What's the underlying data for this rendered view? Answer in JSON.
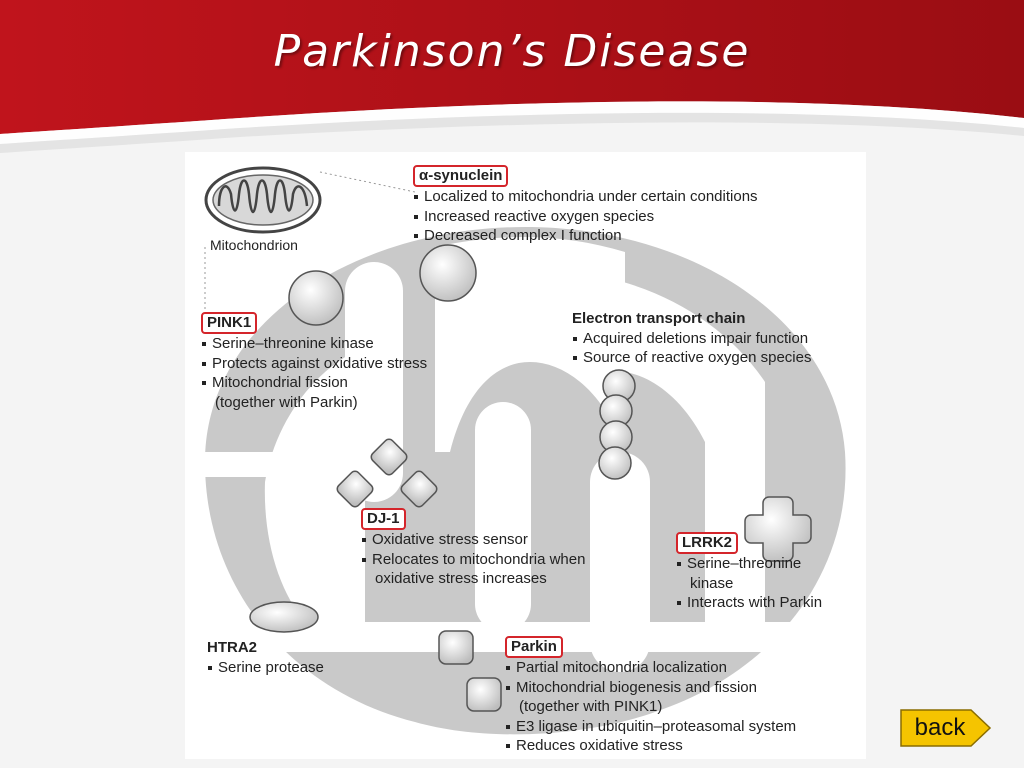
{
  "slide": {
    "title": "Parkinson’s Disease",
    "back_label": "back",
    "colors": {
      "banner_red": "#b3121a",
      "banner_dark": "#8c0c12",
      "box_red": "#d4252b",
      "back_yellow": "#f5c400",
      "shape_gray": "#c9c9c9"
    }
  },
  "diagram": {
    "mitochondrion_caption": "Mitochondrion",
    "alpha_synuclein": {
      "title": "α-synuclein",
      "points": [
        "Localized to mitochondria under certain conditions",
        "Increased reactive oxygen species",
        "Decreased complex I function"
      ]
    },
    "pink1": {
      "title": "PINK1",
      "points": [
        "Serine–threonine kinase",
        "Protects against oxidative stress",
        "Mitochondrial fission"
      ],
      "continuation": "(together with Parkin)"
    },
    "etc": {
      "title": "Electron transport chain",
      "points": [
        "Acquired deletions impair function",
        "Source of reactive oxygen species"
      ]
    },
    "dj1": {
      "title": "DJ-1",
      "points": [
        "Oxidative stress sensor",
        "Relocates to mitochondria when"
      ],
      "continuation": "oxidative stress increases"
    },
    "lrrk2": {
      "title": "LRRK2",
      "point1": "Serine–threonine",
      "point1_cont": "kinase",
      "point2": "Interacts with Parkin"
    },
    "htra2": {
      "title": "HTRA2",
      "points": [
        "Serine protease"
      ]
    },
    "parkin": {
      "title": "Parkin",
      "point1": "Partial mitochondria localization",
      "point2": "Mitochondrial biogenesis and fission",
      "point2_cont": "(together with PINK1)",
      "point3": "E3 ligase in ubiquitin–proteasomal system",
      "point4": "Reduces oxidative stress"
    }
  }
}
